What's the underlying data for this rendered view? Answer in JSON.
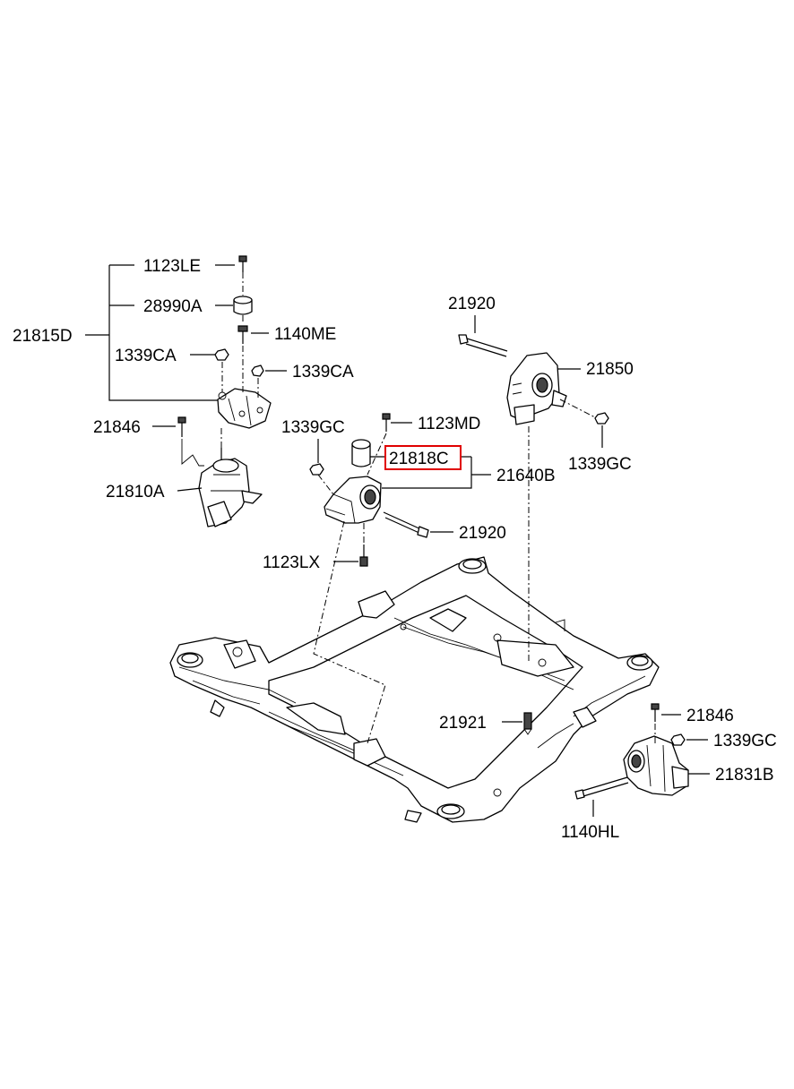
{
  "diagram": {
    "highlight_color": "#e00000",
    "labels": {
      "p1123LE": "1123LE",
      "p28990A": "28990A",
      "p21815D": "21815D",
      "p1140ME": "1140ME",
      "p1339CA_a": "1339CA",
      "p1339CA_b": "1339CA",
      "p21846_a": "21846",
      "p21810A": "21810A",
      "p1339GC_a": "1339GC",
      "p1123MD": "1123MD",
      "p21818C": "21818C",
      "p21640B": "21640B",
      "p21920_a": "21920",
      "p21850": "21850",
      "p1339GC_b": "1339GC",
      "p21920_b": "21920",
      "p1123LX": "1123LX",
      "p21921": "21921",
      "p21846_b": "21846",
      "p1339GC_c": "1339GC",
      "p21831B": "21831B",
      "p1140HL": "1140HL"
    }
  }
}
